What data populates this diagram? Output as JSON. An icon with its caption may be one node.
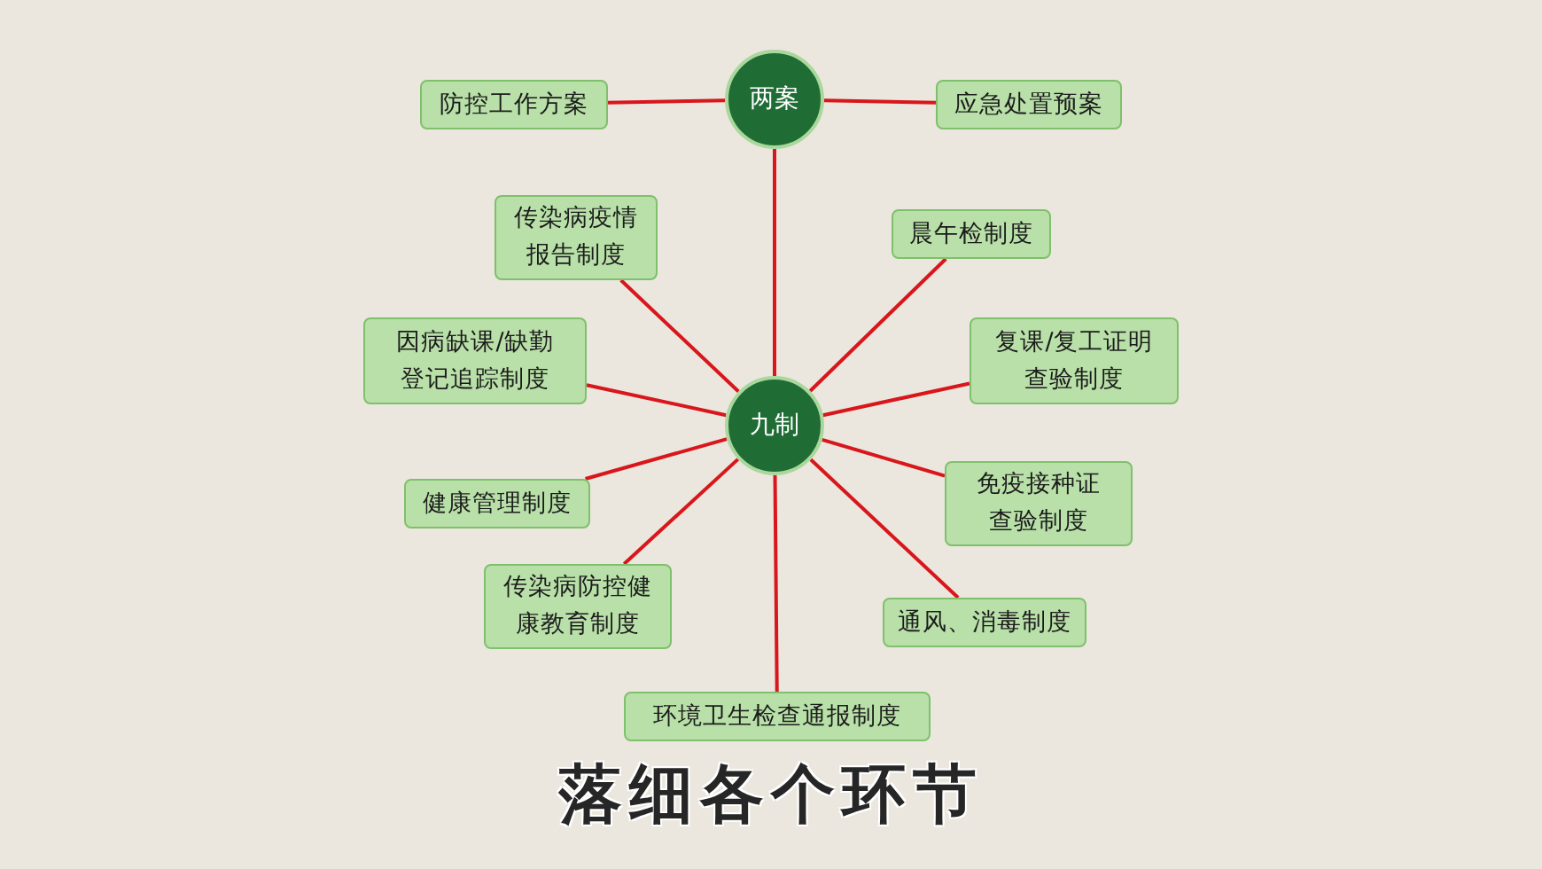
{
  "diagram": {
    "caption": "落细各个环节",
    "nodes": [
      {
        "text": [
          "两案"
        ]
      },
      {
        "text": [
          "防控工作方案"
        ]
      },
      {
        "text": [
          "应急处置预案"
        ]
      },
      {
        "text": [
          "九制"
        ]
      },
      {
        "text": [
          "传染病疫情报告制度"
        ]
      },
      {
        "text": [
          "晨午检制度"
        ]
      },
      {
        "text": [
          "因病缺课/缺勤登记追踪制度"
        ]
      },
      {
        "text": [
          "复课/复工证明查验制度"
        ]
      },
      {
        "text": [
          "健康管理制度"
        ]
      },
      {
        "text": [
          "免疫接种证查验制度"
        ]
      },
      {
        "text": [
          "传染病防控健康教育制度"
        ]
      },
      {
        "text": [
          "通风、消毒制度"
        ]
      },
      {
        "text": [
          "环境卫生检查通报制度"
        ]
      }
    ],
    "edges": [
      {
        "from": 0,
        "to": 1,
        "arrow": "none"
      },
      {
        "from": 0,
        "to": 2,
        "arrow": "none"
      },
      {
        "from": 0,
        "to": 3,
        "arrow": "none"
      },
      {
        "from": 3,
        "to": 4,
        "arrow": "none"
      },
      {
        "from": 3,
        "to": 5,
        "arrow": "none"
      },
      {
        "from": 3,
        "to": 6,
        "arrow": "none"
      },
      {
        "from": 3,
        "to": 7,
        "arrow": "none"
      },
      {
        "from": 3,
        "to": 8,
        "arrow": "none"
      },
      {
        "from": 3,
        "to": 9,
        "arrow": "none"
      },
      {
        "from": 3,
        "to": 10,
        "arrow": "none"
      },
      {
        "from": 3,
        "to": 11,
        "arrow": "none"
      },
      {
        "from": 3,
        "to": 12,
        "arrow": "none"
      }
    ]
  }
}
